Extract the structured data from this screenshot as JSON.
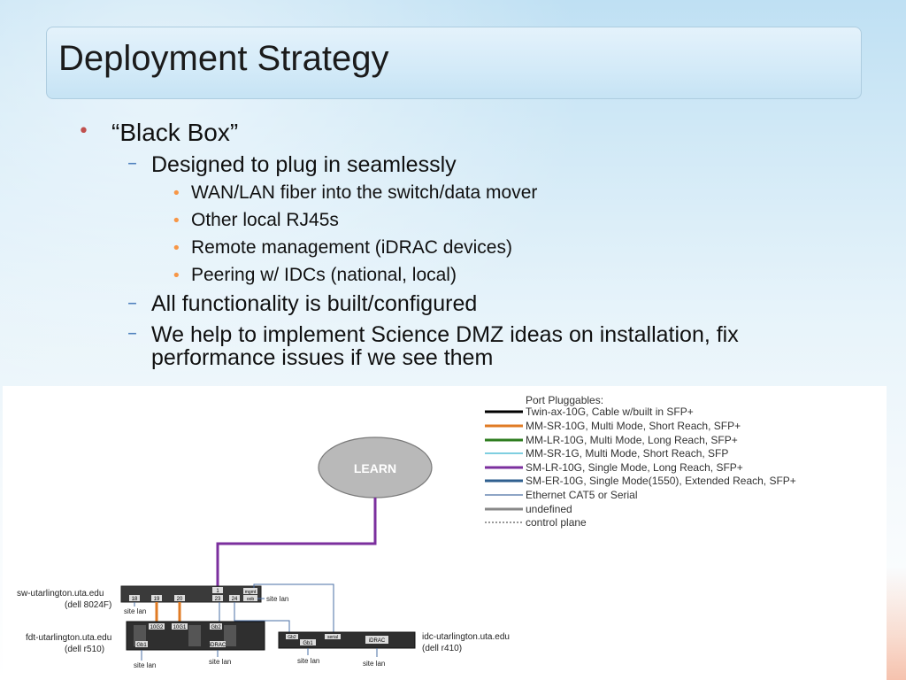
{
  "slide": {
    "title": "Deployment Strategy",
    "bullets": {
      "b1": "“Black Box”",
      "s1": "Designed to plug in seamlessly",
      "s1_items": [
        "WAN/LAN fiber into the switch/data mover",
        "Other local RJ45s",
        "Remote management (iDRAC devices)",
        "Peering w/ IDCs (national, local)"
      ],
      "s2": "All functionality is built/configured",
      "s3_line1": "We help to implement Science DMZ ideas on installation, fix",
      "s3_line2": "performance issues if we see them"
    },
    "colors": {
      "bullet_level1": "#c0504d",
      "bullet_level2": "#4f81bd",
      "bullet_level3": "#f79646"
    }
  },
  "diagram": {
    "cloud_label": "LEARN",
    "legend_title": "Port Pluggables:",
    "legend": [
      {
        "label": "Twin-ax-10G, Cable w/built in SFP+",
        "color": "#000000"
      },
      {
        "label": "MM-SR-10G, Multi Mode, Short Reach, SFP+",
        "color": "#e07b24"
      },
      {
        "label": "MM-LR-10G, Multi Mode, Long Reach, SFP+",
        "color": "#2e7d1f"
      },
      {
        "label": "MM-SR-1G, Multi Mode, Short Reach, SFP",
        "color": "#55bfd6"
      },
      {
        "label": "SM-LR-10G, Single Mode, Long Reach, SFP+",
        "color": "#7b2f9e"
      },
      {
        "label": "SM-ER-10G, Single Mode(1550), Extended Reach, SFP+",
        "color": "#2f5f8f"
      },
      {
        "label": "Ethernet CAT5 or Serial",
        "color": "#4a6fa5"
      },
      {
        "label": "undefined",
        "color": "#888888"
      },
      {
        "label": "control plane",
        "color": "#333333"
      }
    ],
    "switch": {
      "host": "sw-utarlington.uta.edu",
      "model": "(dell 8024F)"
    },
    "fdt": {
      "host": "fdt-utarlington.uta.edu",
      "model": "(dell r510)"
    },
    "idc": {
      "host": "idc-utarlington.uta.edu",
      "model": "(dell r410)"
    },
    "port_labels": {
      "p18": "18",
      "p19": "19",
      "p20": "20",
      "p1": "1",
      "p23": "23",
      "p24": "24",
      "mgmt": "mgmt",
      "oob": "oob",
      "g10_2": "10G2",
      "g10_1": "10G1",
      "gb2": "Gb2",
      "gb1": "Gb1",
      "idrac": "iDRAC",
      "gb2b": "Gb2",
      "gb1b": "Gb1",
      "serial": "serial",
      "idrac2": "iDRAC"
    },
    "site_lan": {
      "a": "site lan",
      "b": "site lan",
      "c": "site lan",
      "d": "site lan",
      "e": "site lan",
      "f": "site lan"
    }
  }
}
